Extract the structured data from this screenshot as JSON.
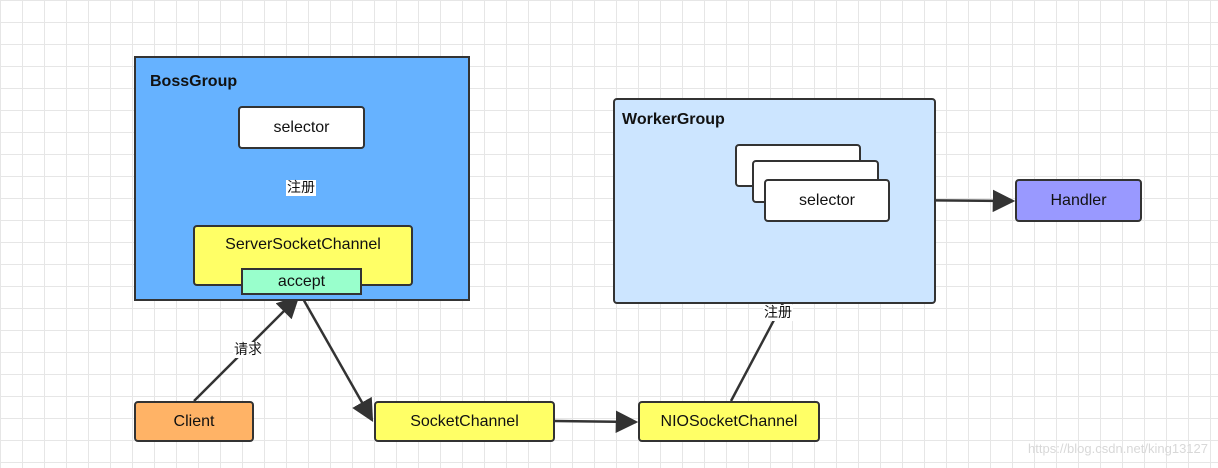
{
  "boss_group": {
    "title": "BossGroup",
    "selector_label": "selector",
    "server_socket_channel_label": "ServerSocketChannel",
    "accept_label": "accept"
  },
  "worker_group": {
    "title": "WorkerGroup",
    "selector_label": "selector"
  },
  "nodes": {
    "client": "Client",
    "socket_channel": "SocketChannel",
    "nio_socket_channel": "NIOSocketChannel",
    "handler": "Handler"
  },
  "edge_labels": {
    "register_boss": "注册",
    "request": "请求",
    "register_worker": "注册"
  },
  "watermark": "https://blog.csdn.net/king13127",
  "colors": {
    "boss_group_fill": "#66b2ff",
    "worker_group_fill": "#cce5ff",
    "yellow_fill": "#ffff66",
    "accept_fill": "#99ffcc",
    "client_fill": "#ffb366",
    "handler_fill": "#9999ff",
    "stroke": "#333333"
  }
}
